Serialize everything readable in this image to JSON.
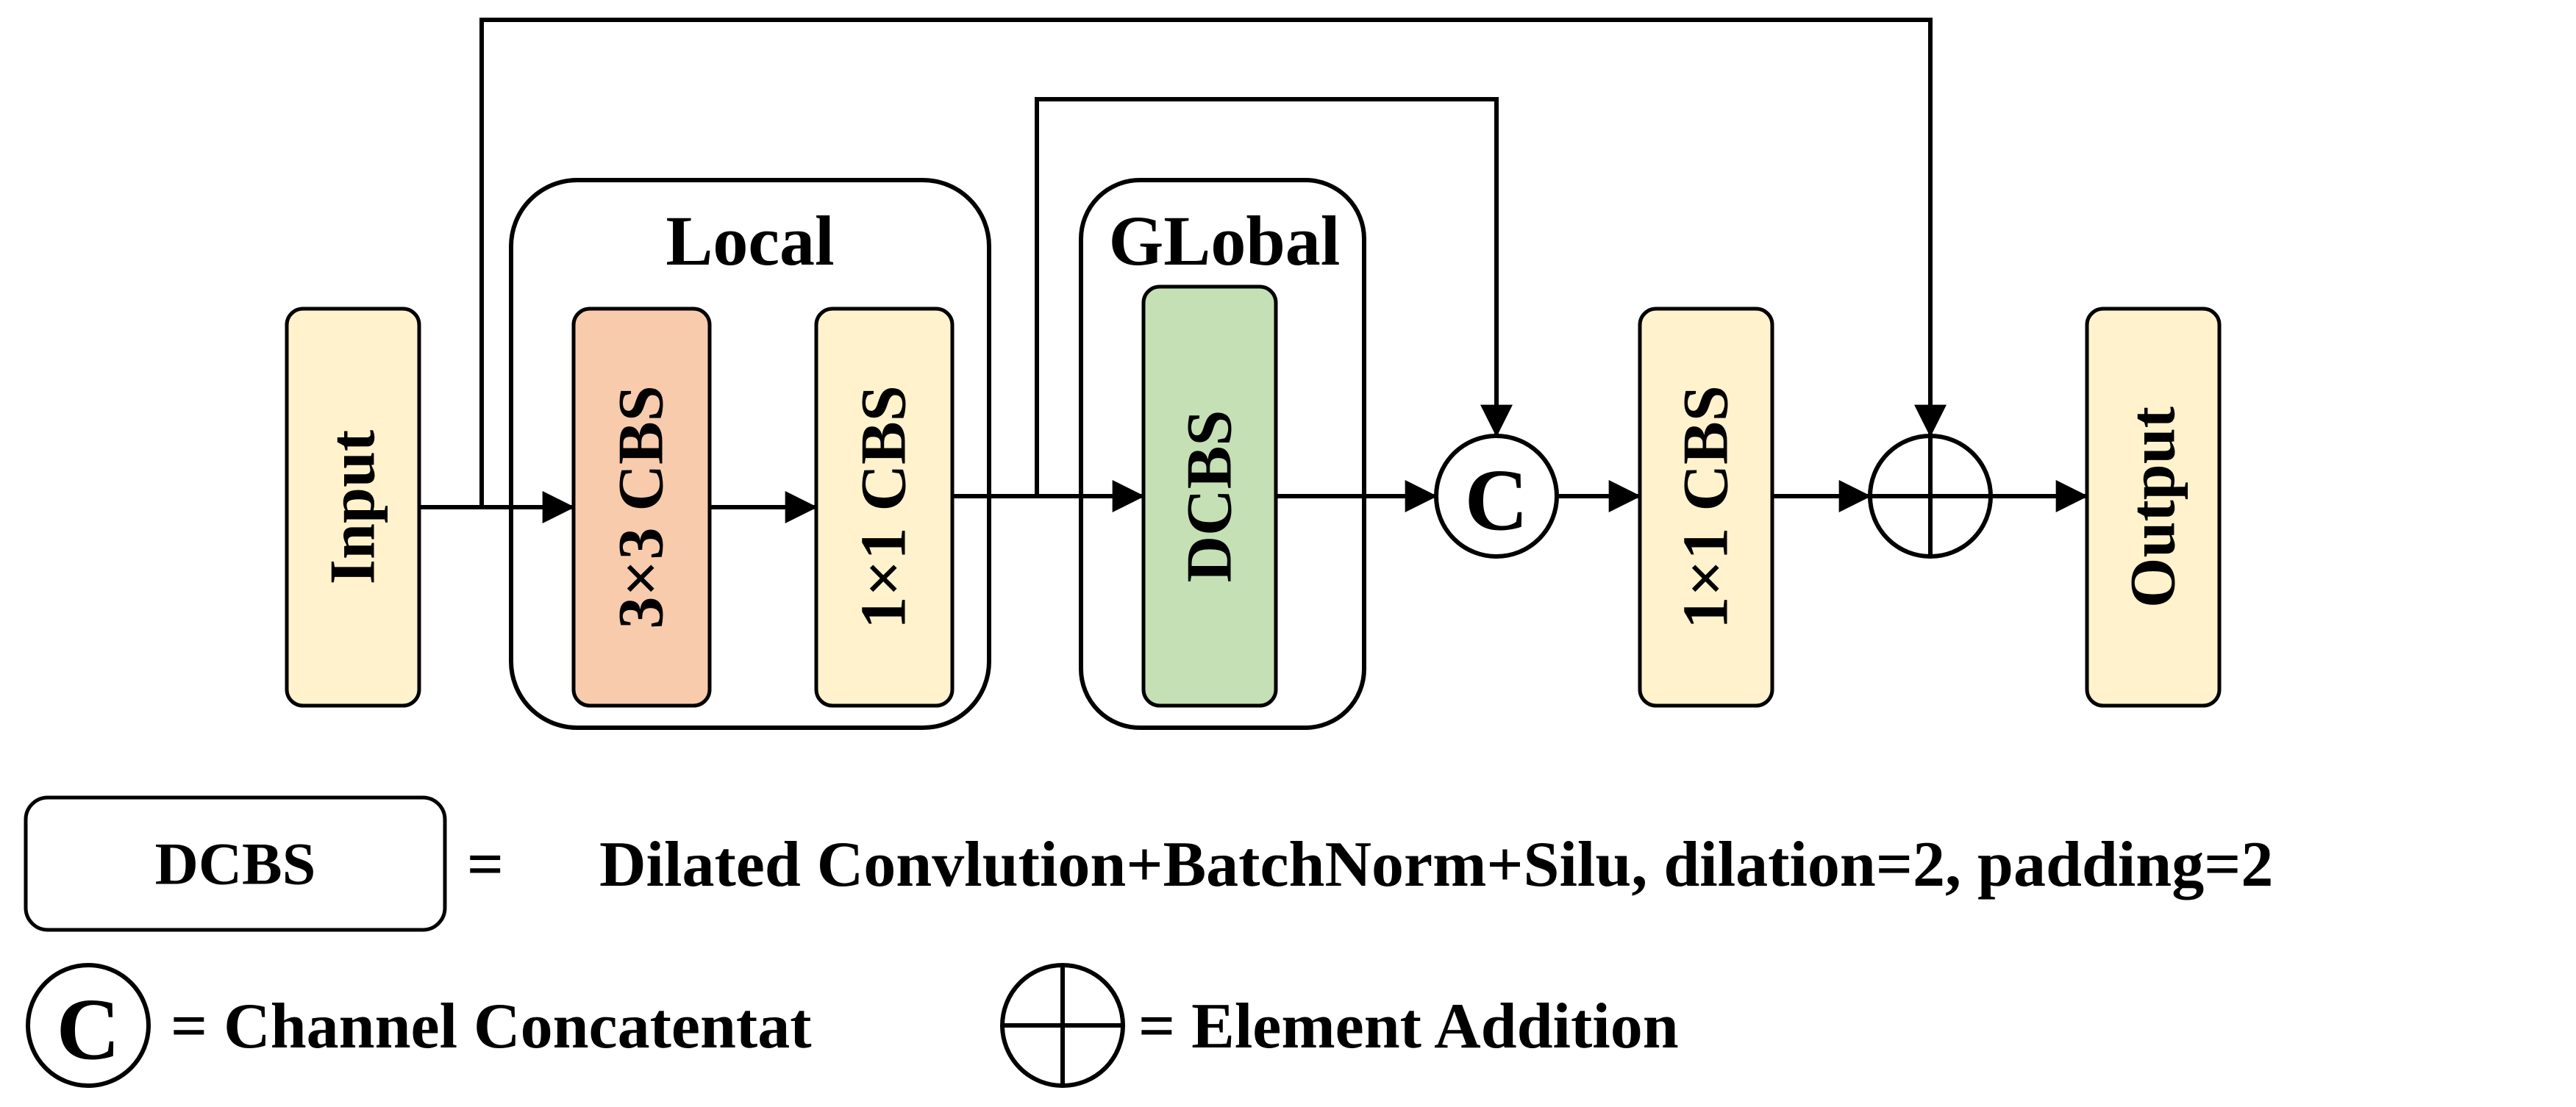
{
  "colors": {
    "input_fill": "#FFF2CC",
    "cbs3_fill": "#F8CBAD",
    "cbs1_fill": "#FFF2CC",
    "dcbs_fill": "#C5E0B4",
    "output_fill": "#FFF2CC",
    "line": "#000000",
    "background": "#FFFFFF"
  },
  "diagram": {
    "input_label": "Input",
    "local_group_label": "Local",
    "global_group_label": "GLobal",
    "cbs3_label": "3×3 CBS",
    "cbs1_local_label": "1×1 CBS",
    "dcbs_label": "DCBS",
    "concat_symbol": "C",
    "cbs1_after_label": "1×1 CBS",
    "output_label": "Output"
  },
  "legend": {
    "dcbs_box_label": "DCBS",
    "dcbs_equals": "=",
    "dcbs_description": "Dilated Convlution+BatchNorm+Silu, dilation=2, padding=2",
    "concat_symbol": "C",
    "concat_description": "= Channel Concatentat",
    "add_description": "= Element Addition"
  }
}
